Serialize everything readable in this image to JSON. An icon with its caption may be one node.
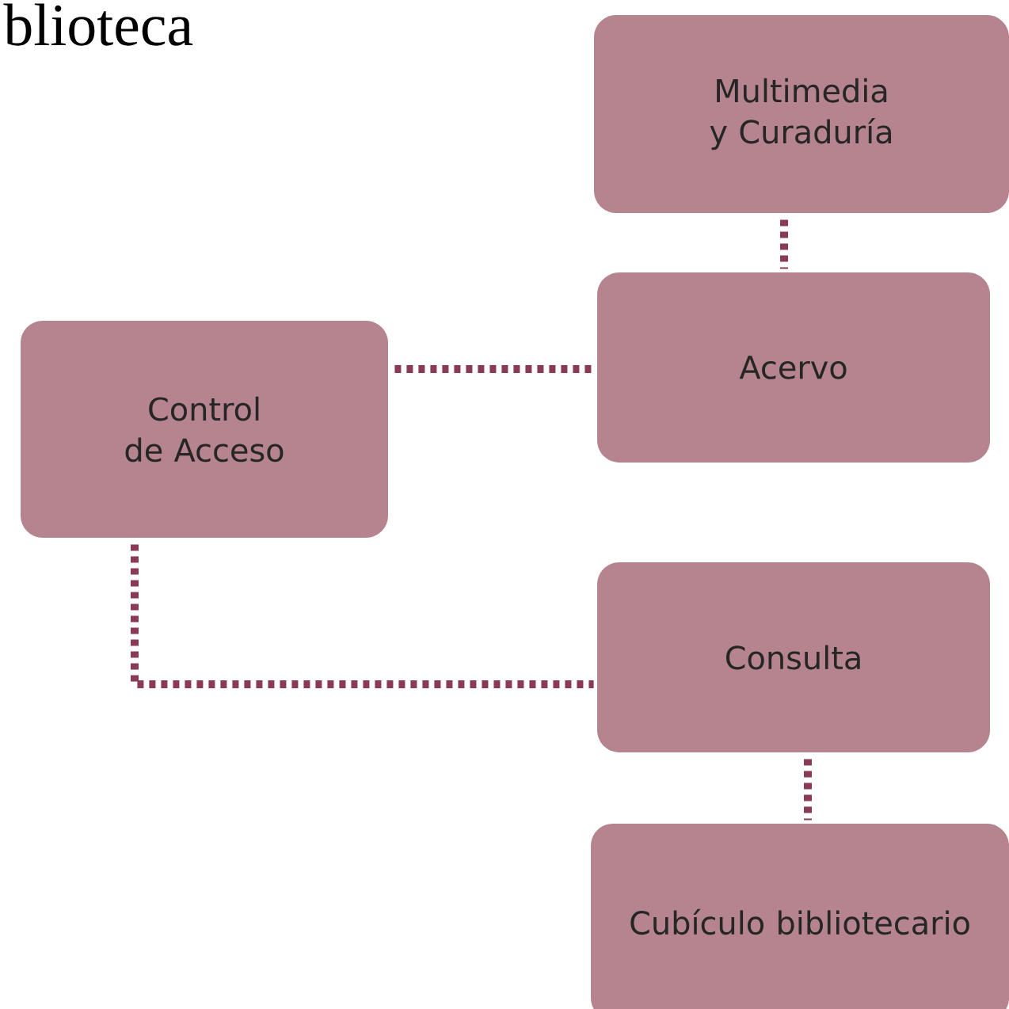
{
  "diagram": {
    "title": "blioteca",
    "nodes": [
      {
        "text": [
          "Multimedia y Curaduría"
        ]
      },
      {
        "text": [
          "Acervo"
        ]
      },
      {
        "text": [
          "Control de Acceso"
        ]
      },
      {
        "text": [
          "Consulta"
        ]
      },
      {
        "text": [
          "Cubículo bibliotecario"
        ]
      }
    ],
    "edges": [
      {
        "from": 0,
        "to": 1,
        "arrow": "none"
      },
      {
        "from": 2,
        "to": 1,
        "arrow": "none"
      },
      {
        "from": 2,
        "to": 3,
        "arrow": "none"
      },
      {
        "from": 3,
        "to": 4,
        "arrow": "none"
      }
    ]
  }
}
